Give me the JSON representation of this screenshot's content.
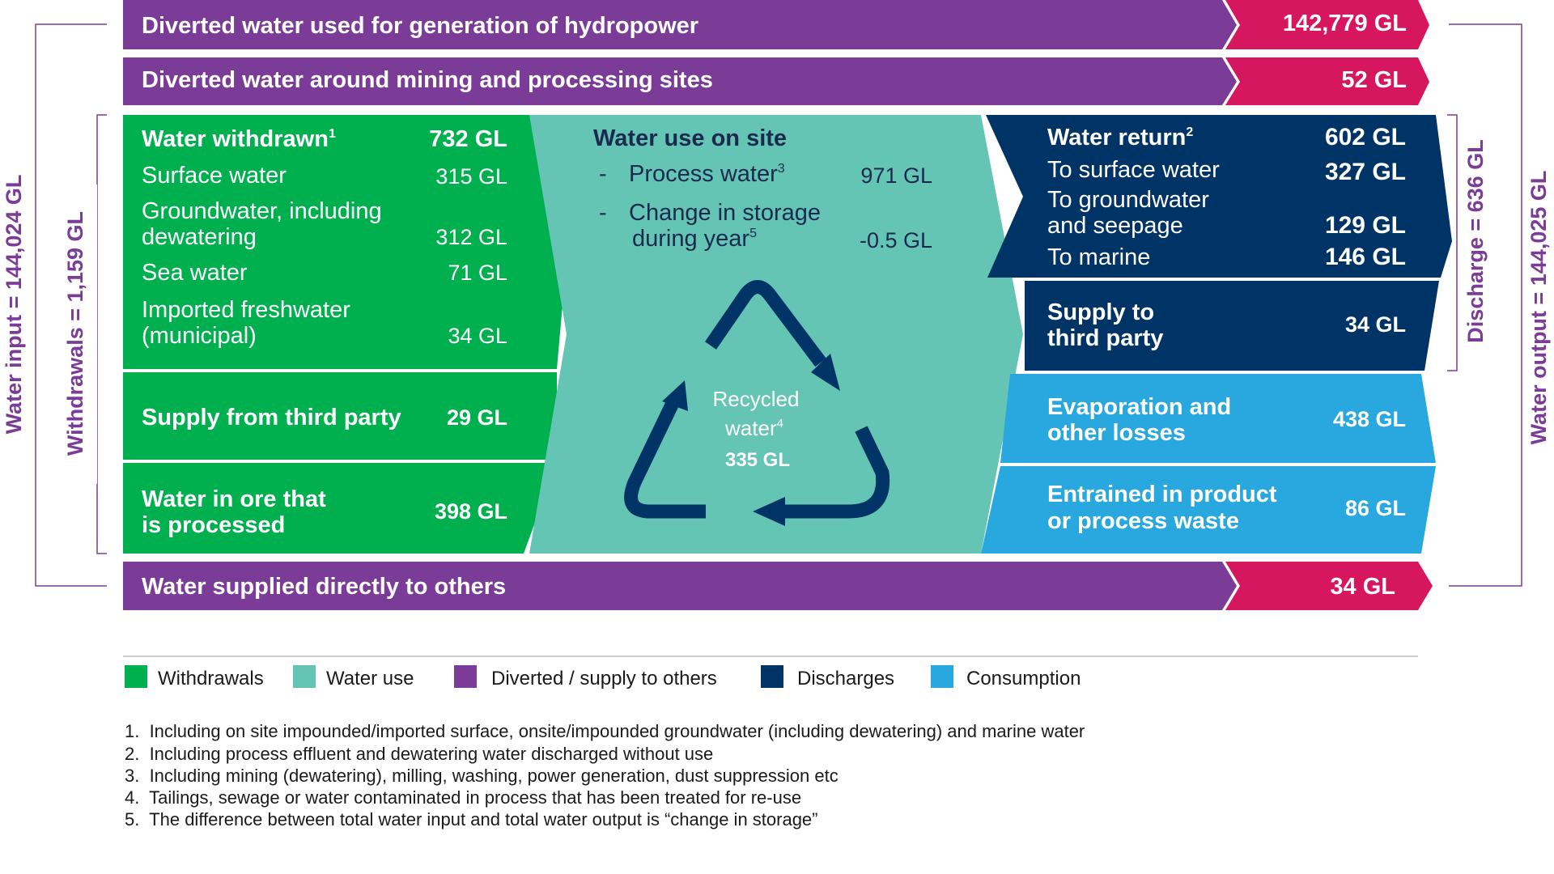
{
  "colors": {
    "withdrawals": "#00b04f",
    "water_use": "#65c5b4",
    "diverted": "#7b3c97",
    "discharges": "#003366",
    "consumption": "#29a8e0",
    "value_arrow": "#d6175f",
    "text_dark": "#1a2a4f",
    "text_light": "#ffffff"
  },
  "top_bars": [
    {
      "label": "Diverted water used for generation of hydropower",
      "value": "142,779 GL"
    },
    {
      "label": "Diverted water around mining and processing sites",
      "value": "52 GL"
    }
  ],
  "bottom_bar": {
    "label": "Water supplied directly to others",
    "value": "34 GL"
  },
  "withdrawn": {
    "title": "Water withdrawn",
    "title_note": "1",
    "title_value": "732 GL",
    "items": [
      {
        "label_1": "Surface water",
        "label_2": "",
        "value": "315 GL"
      },
      {
        "label_1": "Groundwater, including",
        "label_2": "dewatering",
        "value": "312 GL"
      },
      {
        "label_1": "Sea water",
        "label_2": "",
        "value": "71 GL"
      },
      {
        "label_1": "Imported freshwater",
        "label_2": "(municipal)",
        "value": "34 GL"
      }
    ]
  },
  "supply_from_third_party": {
    "label": "Supply from third party",
    "value": "29 GL"
  },
  "ore": {
    "label_1": "Water in ore that",
    "label_2": "is processed",
    "value": "398 GL"
  },
  "water_use": {
    "title": "Water use on site",
    "dash": "-",
    "process_label": "Process water",
    "process_note": "3",
    "process_value": "971 GL",
    "storage_label_1": "Change in storage",
    "storage_label_2": "during year",
    "storage_note": "5",
    "storage_value": "-0.5 GL",
    "recycled_label_1": "Recycled",
    "recycled_label_2": "water",
    "recycled_note": "4",
    "recycled_value": "335 GL"
  },
  "water_return": {
    "title": "Water return",
    "title_note": "2",
    "title_value": "602 GL",
    "items": [
      {
        "label_1": "To surface water",
        "label_2": "",
        "value": "327 GL"
      },
      {
        "label_1": "To groundwater",
        "label_2": "and seepage",
        "value": "129 GL"
      },
      {
        "label_1": "To marine",
        "label_2": "",
        "value": "146 GL"
      }
    ]
  },
  "supply_to_third_party": {
    "label_1": "Supply to",
    "label_2": "third party",
    "value": "34 GL"
  },
  "evaporation": {
    "label_1": "Evaporation and",
    "label_2": "other losses",
    "value": "438 GL"
  },
  "entrained": {
    "label_1": "Entrained in product",
    "label_2": "or process waste",
    "value": "86 GL"
  },
  "brackets": {
    "water_input": "Water input = 144,024 GL",
    "withdrawals": "Withdrawals = 1,159 GL",
    "discharge": "Discharge = 636 GL",
    "water_output": "Water output = 144,025 GL"
  },
  "legend": [
    {
      "label": "Withdrawals",
      "color": "#00b04f"
    },
    {
      "label": "Water use",
      "color": "#65c5b4"
    },
    {
      "label": "Diverted / supply to others",
      "color": "#7b3c97"
    },
    {
      "label": "Discharges",
      "color": "#003366"
    },
    {
      "label": "Consumption",
      "color": "#29a8e0"
    }
  ],
  "footnotes": [
    "1.  Including on site impounded/imported surface, onsite/impounded groundwater (including dewatering) and marine water",
    "2.  Including process effluent and dewatering water discharged without use",
    "3.  Including mining (dewatering), milling, washing, power generation, dust suppression etc",
    "4.  Tailings, sewage or water contaminated in process that has been treated for re-use",
    "5.  The difference between total water input and total water output is “change in storage”"
  ]
}
